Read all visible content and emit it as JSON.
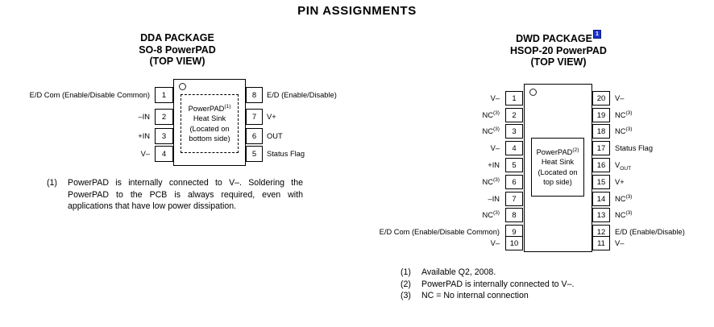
{
  "page": {
    "title": "PIN ASSIGNMENTS"
  },
  "dda": {
    "heading": {
      "line1": "DDA PACKAGE",
      "line2": "SO-8 PowerPAD",
      "line3": "(TOP VIEW)"
    },
    "pad": {
      "line1": "PowerPAD",
      "line1_sup": "(1)",
      "line2": "Heat Sink",
      "line3": "(Located on",
      "line4": "bottom side)"
    },
    "left_pins": [
      {
        "number": "1",
        "label": "E/D Com (Enable/Disable Common)"
      },
      {
        "number": "2",
        "label": "–IN"
      },
      {
        "number": "3",
        "label": "+IN"
      },
      {
        "number": "4",
        "label": "V–"
      }
    ],
    "right_pins": [
      {
        "number": "8",
        "label": "E/D (Enable/Disable)"
      },
      {
        "number": "7",
        "label": "V+"
      },
      {
        "number": "6",
        "label": "OUT"
      },
      {
        "number": "5",
        "label": "Status Flag"
      }
    ],
    "notes": [
      {
        "num": "(1)",
        "text": "PowerPAD is internally connected to V–. Soldering the PowerPAD to the PCB is always required, even with applications that have low power dissipation."
      }
    ]
  },
  "dwd": {
    "heading": {
      "line1": "DWD PACKAGE",
      "line1_link": "1",
      "line2": "HSOP-20 PowerPAD",
      "line3": "(TOP VIEW)"
    },
    "pad": {
      "line1": "PowerPAD",
      "line1_sup": "(2)",
      "line2": "Heat Sink",
      "line3": "(Located on",
      "line4": "top side)"
    },
    "left_pins": [
      {
        "number": "1",
        "label": "V–",
        "sup": ""
      },
      {
        "number": "2",
        "label": "NC",
        "sup": "(3)"
      },
      {
        "number": "3",
        "label": "NC",
        "sup": "(3)"
      },
      {
        "number": "4",
        "label": "V–",
        "sup": ""
      },
      {
        "number": "5",
        "label": "+IN",
        "sup": ""
      },
      {
        "number": "6",
        "label": "NC",
        "sup": "(3)"
      },
      {
        "number": "7",
        "label": "–IN",
        "sup": ""
      },
      {
        "number": "8",
        "label": "NC",
        "sup": "(3)"
      },
      {
        "number": "9",
        "label": "E/D Com (Enable/Disable Common)",
        "sup": ""
      },
      {
        "number": "10",
        "label": "V–",
        "sup": ""
      }
    ],
    "right_pins": [
      {
        "number": "20",
        "label": "V–",
        "sup": "",
        "sub": ""
      },
      {
        "number": "19",
        "label": "NC",
        "sup": "(3)",
        "sub": ""
      },
      {
        "number": "18",
        "label": "NC",
        "sup": "(3)",
        "sub": ""
      },
      {
        "number": "17",
        "label": "Status Flag",
        "sup": "",
        "sub": ""
      },
      {
        "number": "16",
        "label": "V",
        "sup": "",
        "sub": "OUT"
      },
      {
        "number": "15",
        "label": "V+",
        "sup": "",
        "sub": ""
      },
      {
        "number": "14",
        "label": "NC",
        "sup": "(3)",
        "sub": ""
      },
      {
        "number": "13",
        "label": "NC",
        "sup": "(3)",
        "sub": ""
      },
      {
        "number": "12",
        "label": "E/D (Enable/Disable)",
        "sup": "",
        "sub": ""
      },
      {
        "number": "11",
        "label": "V–",
        "sup": "",
        "sub": ""
      }
    ],
    "notes": [
      {
        "num": "(1)",
        "text": "Available Q2, 2008."
      },
      {
        "num": "(2)",
        "text": "PowerPAD is internally connected to V–."
      },
      {
        "num": "(3)",
        "text": "NC = No internal connection"
      }
    ]
  }
}
